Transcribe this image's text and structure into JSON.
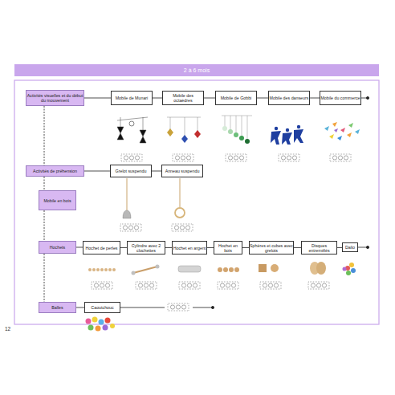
{
  "diagram": {
    "title": "2 à 6 mois",
    "nodes": [
      {
        "text": [
          "Activités visuelles et du début du mouvement"
        ]
      },
      {
        "text": [
          "Mobile de Munari"
        ]
      },
      {
        "text": [
          "Mobile des octaèdres"
        ]
      },
      {
        "text": [
          "Mobile de Gobbi"
        ]
      },
      {
        "text": [
          "Mobile des danseurs"
        ]
      },
      {
        "text": [
          "Mobile du commerce"
        ]
      },
      {
        "text": [
          "Activités de préhension"
        ]
      },
      {
        "text": [
          "Grelot suspendu"
        ]
      },
      {
        "text": [
          "Anneau suspendu"
        ]
      },
      {
        "text": [
          "Mobile en bois"
        ]
      },
      {
        "text": [
          "Hochets"
        ]
      },
      {
        "text": [
          "Hochet de perles"
        ]
      },
      {
        "text": [
          "Cylindre avec 2 clochettes"
        ]
      },
      {
        "text": [
          "Hochet en argent"
        ]
      },
      {
        "text": [
          "Hochet en bois"
        ]
      },
      {
        "text": [
          "Sphères et cubes avec grelots"
        ]
      },
      {
        "text": [
          "Disques entremêlés"
        ]
      },
      {
        "text": [
          "Dalio"
        ]
      },
      {
        "text": [
          "Balles"
        ]
      },
      {
        "text": [
          "Caoutchouc"
        ]
      }
    ],
    "edges": [
      {
        "from": 0,
        "to": 1,
        "arrow": "none"
      },
      {
        "from": 1,
        "to": 2,
        "arrow": "none"
      },
      {
        "from": 2,
        "to": 3,
        "arrow": "none"
      },
      {
        "from": 3,
        "to": 4,
        "arrow": "none"
      },
      {
        "from": 4,
        "to": 5,
        "arrow": "none"
      },
      {
        "from": 6,
        "to": 7,
        "arrow": "none"
      },
      {
        "from": 7,
        "to": 8,
        "arrow": "none"
      },
      {
        "from": 10,
        "to": 11,
        "arrow": "none"
      },
      {
        "from": 11,
        "to": 12,
        "arrow": "none"
      },
      {
        "from": 12,
        "to": 13,
        "arrow": "none"
      },
      {
        "from": 13,
        "to": 14,
        "arrow": "none"
      },
      {
        "from": 14,
        "to": 15,
        "arrow": "none"
      },
      {
        "from": 15,
        "to": 16,
        "arrow": "none"
      },
      {
        "from": 16,
        "to": 17,
        "arrow": "none"
      },
      {
        "from": 18,
        "to": 19,
        "arrow": "none"
      },
      {
        "from": 0,
        "to": 6,
        "arrow": "none"
      },
      {
        "from": 6,
        "to": 9,
        "arrow": "none"
      },
      {
        "from": 9,
        "to": 10,
        "arrow": "none"
      },
      {
        "from": 10,
        "to": 18,
        "arrow": "none"
      }
    ],
    "labels": [
      "12"
    ]
  }
}
